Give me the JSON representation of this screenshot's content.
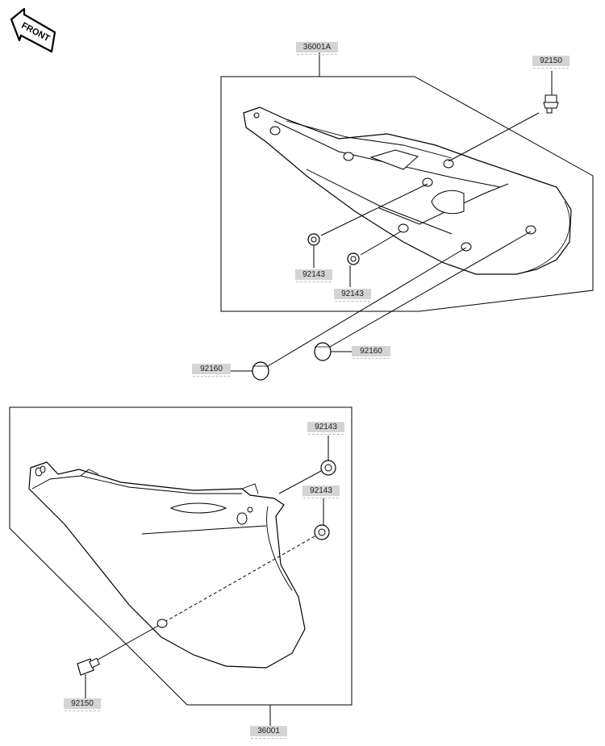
{
  "front_marker": {
    "text": "FRONT"
  },
  "callouts": {
    "top_cover_assembly": "36001A",
    "top_bolt": "92150",
    "top_washer_left": "92143",
    "top_washer_center": "92143",
    "top_damper_left": "92160",
    "top_damper_right": "92160",
    "bottom_grommet_upper": "92143",
    "bottom_grommet_lower": "92143",
    "bottom_bolt": "92150",
    "bottom_cover_assembly": "36001"
  }
}
